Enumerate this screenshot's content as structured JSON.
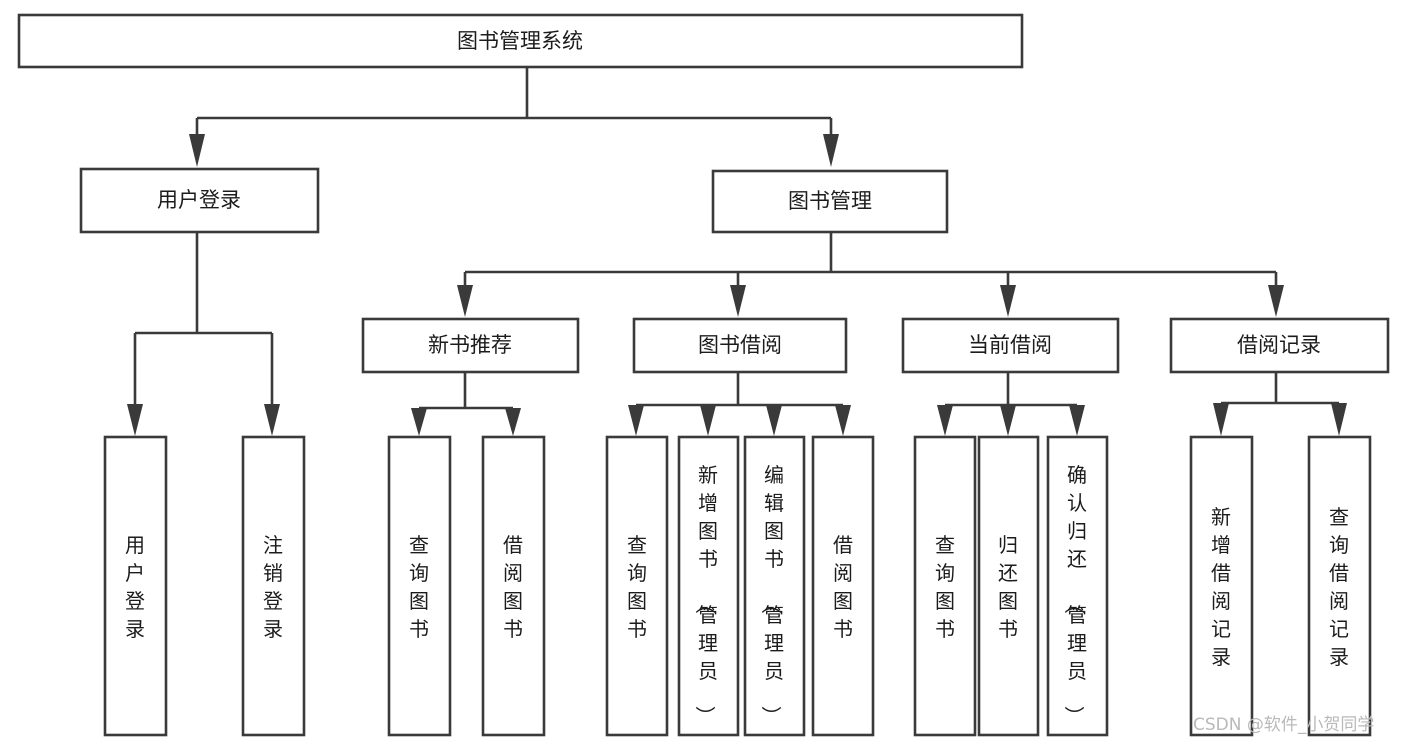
{
  "diagram": {
    "title": "图书管理系统",
    "type": "tree-hierarchy",
    "watermark": "CSDN @软件_小贺同学",
    "colors": {
      "box_fill": "#ffffff",
      "box_stroke": "#3a3a3a",
      "text": "#1c1c1c",
      "watermark": "#b9b9b9",
      "background": "#ffffff"
    },
    "root": {
      "label": "图书管理系统"
    },
    "level2": [
      {
        "label": "用户登录"
      },
      {
        "label": "图书管理"
      }
    ],
    "level3": [
      {
        "label": "新书推荐"
      },
      {
        "label": "图书借阅"
      },
      {
        "label": "当前借阅"
      },
      {
        "label": "借阅记录"
      }
    ],
    "leaves": {
      "user_login": [
        {
          "label": "用户登录"
        },
        {
          "label": "注销登录"
        }
      ],
      "new_book_recommend": [
        {
          "label": "查询图书"
        },
        {
          "label": "借阅图书"
        }
      ],
      "book_borrow": [
        {
          "label": "查询图书"
        },
        {
          "label": "新增图书（管理员）"
        },
        {
          "label": "编辑图书（管理员）"
        },
        {
          "label": "借阅图书"
        }
      ],
      "current_borrow": [
        {
          "label": "查询图书"
        },
        {
          "label": "归还图书"
        },
        {
          "label": "确认归还（管理员）"
        }
      ],
      "borrow_record": [
        {
          "label": "新增借阅记录"
        },
        {
          "label": "查询借阅记录"
        }
      ]
    }
  }
}
